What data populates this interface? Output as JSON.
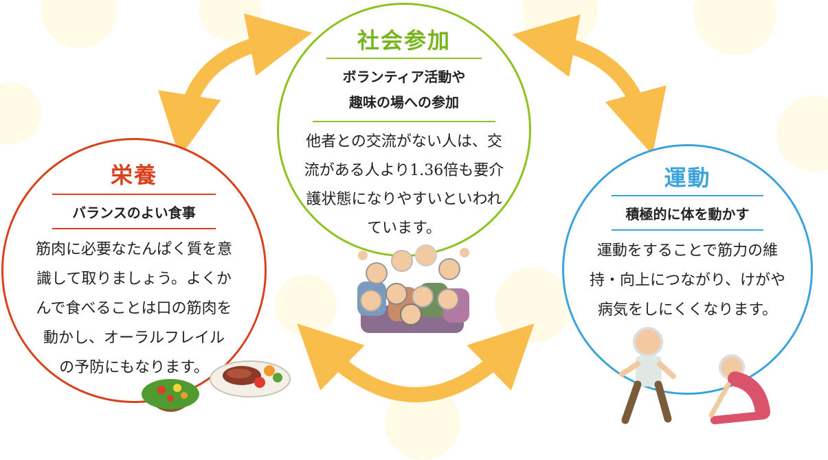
{
  "colors": {
    "social": "#8dc21f",
    "nutrition": "#d9401b",
    "exercise": "#3aa3dc",
    "arrow": "#f8bd4b",
    "background_dot": "#fffbe6"
  },
  "social": {
    "title": "社会参加",
    "subtitle": [
      "ボランティア活動や",
      "趣味の場への参加"
    ],
    "body": [
      "他者との交流がない人は、交",
      "流がある人より1.36倍も要介",
      "護状態になりやすいといわれ",
      "ています。"
    ],
    "illustration": "group-of-cheering-seniors"
  },
  "nutrition": {
    "title": "栄養",
    "subtitle": "バランスのよい食事",
    "body": [
      "筋肉に必要なたんぱく質を意",
      "識して取りましょう。よくか",
      "んで食べることは口の筋肉を",
      "動かし、オーラルフレイル",
      "の予防にもなります。"
    ],
    "illustration": "salad-and-hamburg-steak"
  },
  "exercise": {
    "title": "運動",
    "subtitle": "積極的に体を動かす",
    "body": [
      "運動をすることで筋力の維",
      "持・向上につながり、けがや",
      "病気をしにくくなります。"
    ],
    "illustration": "walking-and-stretching-seniors"
  },
  "arrows": [
    "double-arrow-nutrition-social",
    "double-arrow-social-exercise",
    "double-arrow-nutrition-exercise"
  ]
}
